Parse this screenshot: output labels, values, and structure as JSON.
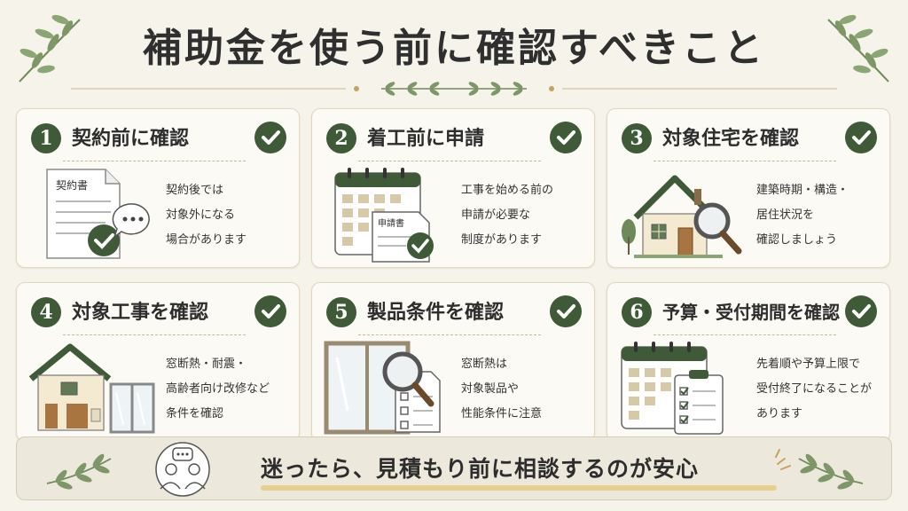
{
  "page": {
    "title": "補助金を使う前に確認すべきこと"
  },
  "colors": {
    "accent_green": "#3e5a36",
    "card_background": "#fbfaf4",
    "card_border": "#e2d7bf",
    "banner_background": "#ece8dc",
    "highlight_yellow": "#e7d08e"
  },
  "cards": [
    {
      "number": "1",
      "title": "契約前に確認",
      "description": [
        "契約後では",
        "対象外になる",
        "場合があります"
      ],
      "illustration_label": "契約書",
      "icon": "contract-document-icon"
    },
    {
      "number": "2",
      "title": "着工前に申請",
      "description": [
        "工事を始める前の",
        "申請が必要な",
        "制度があります"
      ],
      "illustration_label": "申請書",
      "icon": "calendar-application-icon"
    },
    {
      "number": "3",
      "title": "対象住宅を確認",
      "description": [
        "建築時期・構造・",
        "居住状況を",
        "確認しましょう"
      ],
      "illustration_label": "",
      "icon": "house-magnifier-icon"
    },
    {
      "number": "4",
      "title": "対象工事を確認",
      "description": [
        "窓断熱・耐震・",
        "高齢者向け改修など",
        "条件を確認"
      ],
      "illustration_label": "",
      "icon": "house-window-icon"
    },
    {
      "number": "5",
      "title": "製品条件を確認",
      "description": [
        "窓断熱は",
        "対象製品や",
        "性能条件に注意"
      ],
      "illustration_label": "",
      "icon": "window-magnifier-icon"
    },
    {
      "number": "6",
      "title": "予算・受付期間を確認",
      "description": [
        "先着順や予算上限で",
        "受付終了になることが",
        "あります"
      ],
      "illustration_label": "",
      "icon": "calendar-checklist-icon"
    }
  ],
  "banner": {
    "text": "迷ったら、見積もり前に相談するのが安心",
    "icon": "consultation-people-icon"
  }
}
